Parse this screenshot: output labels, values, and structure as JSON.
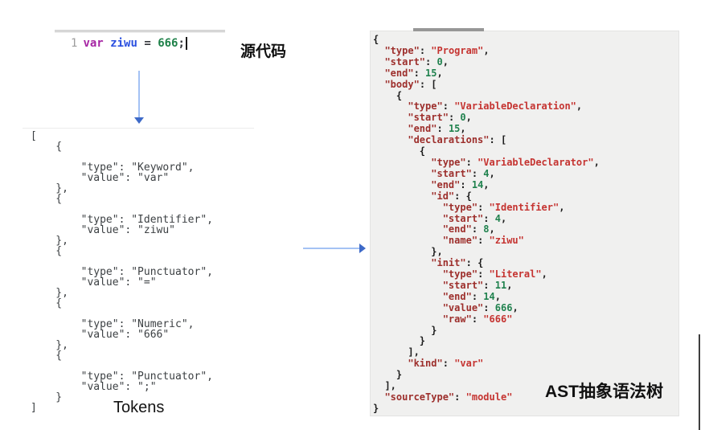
{
  "colors": {
    "src-keyword": "#a626a4",
    "src-identifier": "#2b50e0",
    "src-number": "#1d8048",
    "src-punct": "#33363b",
    "src-linenum": "#9d9d9d",
    "tokens-text": "#3c4043",
    "json-key": "#9d2f2c",
    "json-string": "#c53431",
    "json-number": "#20824e",
    "json-punct": "#1c1c1c",
    "arrow-line": "#a4c2f4",
    "arrow-head": "#3e6ac8",
    "ast-bg": "#f0f0ef",
    "scrollbar-thumb": "#979797"
  },
  "source_editor": {
    "label": "源代码",
    "line_number": "1",
    "code": [
      {
        "text": "var",
        "type": "keyword"
      },
      {
        "text": " ",
        "type": "plain"
      },
      {
        "text": "ziwu",
        "type": "identifier"
      },
      {
        "text": " ",
        "type": "plain"
      },
      {
        "text": "=",
        "type": "operator"
      },
      {
        "text": " ",
        "type": "plain"
      },
      {
        "text": "666",
        "type": "number"
      },
      {
        "text": ";",
        "type": "plain"
      }
    ]
  },
  "tokens_panel": {
    "label": "Tokens",
    "lines": [
      "[",
      "    {",
      "",
      "        \"type\": \"Keyword\",",
      "        \"value\": \"var\"",
      "    },",
      "    {",
      "",
      "        \"type\": \"Identifier\",",
      "        \"value\": \"ziwu\"",
      "    },",
      "    {",
      "",
      "        \"type\": \"Punctuator\",",
      "        \"value\": \"=\"",
      "    },",
      "    {",
      "",
      "        \"type\": \"Numeric\",",
      "        \"value\": \"666\"",
      "    },",
      "    {",
      "",
      "        \"type\": \"Punctuator\",",
      "        \"value\": \";\"",
      "    }",
      "]"
    ]
  },
  "ast_panel": {
    "label": "AST抽象语法树",
    "lines": [
      "{",
      "  \"type\": \"Program\",",
      "  \"start\": 0,",
      "  \"end\": 15,",
      "  \"body\": [",
      "    {",
      "      \"type\": \"VariableDeclaration\",",
      "      \"start\": 0,",
      "      \"end\": 15,",
      "      \"declarations\": [",
      "        {",
      "          \"type\": \"VariableDeclarator\",",
      "          \"start\": 4,",
      "          \"end\": 14,",
      "          \"id\": {",
      "            \"type\": \"Identifier\",",
      "            \"start\": 4,",
      "            \"end\": 8,",
      "            \"name\": \"ziwu\"",
      "          },",
      "          \"init\": {",
      "            \"type\": \"Literal\",",
      "            \"start\": 11,",
      "            \"end\": 14,",
      "            \"value\": 666,",
      "            \"raw\": \"666\"",
      "          }",
      "        }",
      "      ],",
      "      \"kind\": \"var\"",
      "    }",
      "  ],",
      "  \"sourceType\": \"module\"",
      "}"
    ]
  }
}
